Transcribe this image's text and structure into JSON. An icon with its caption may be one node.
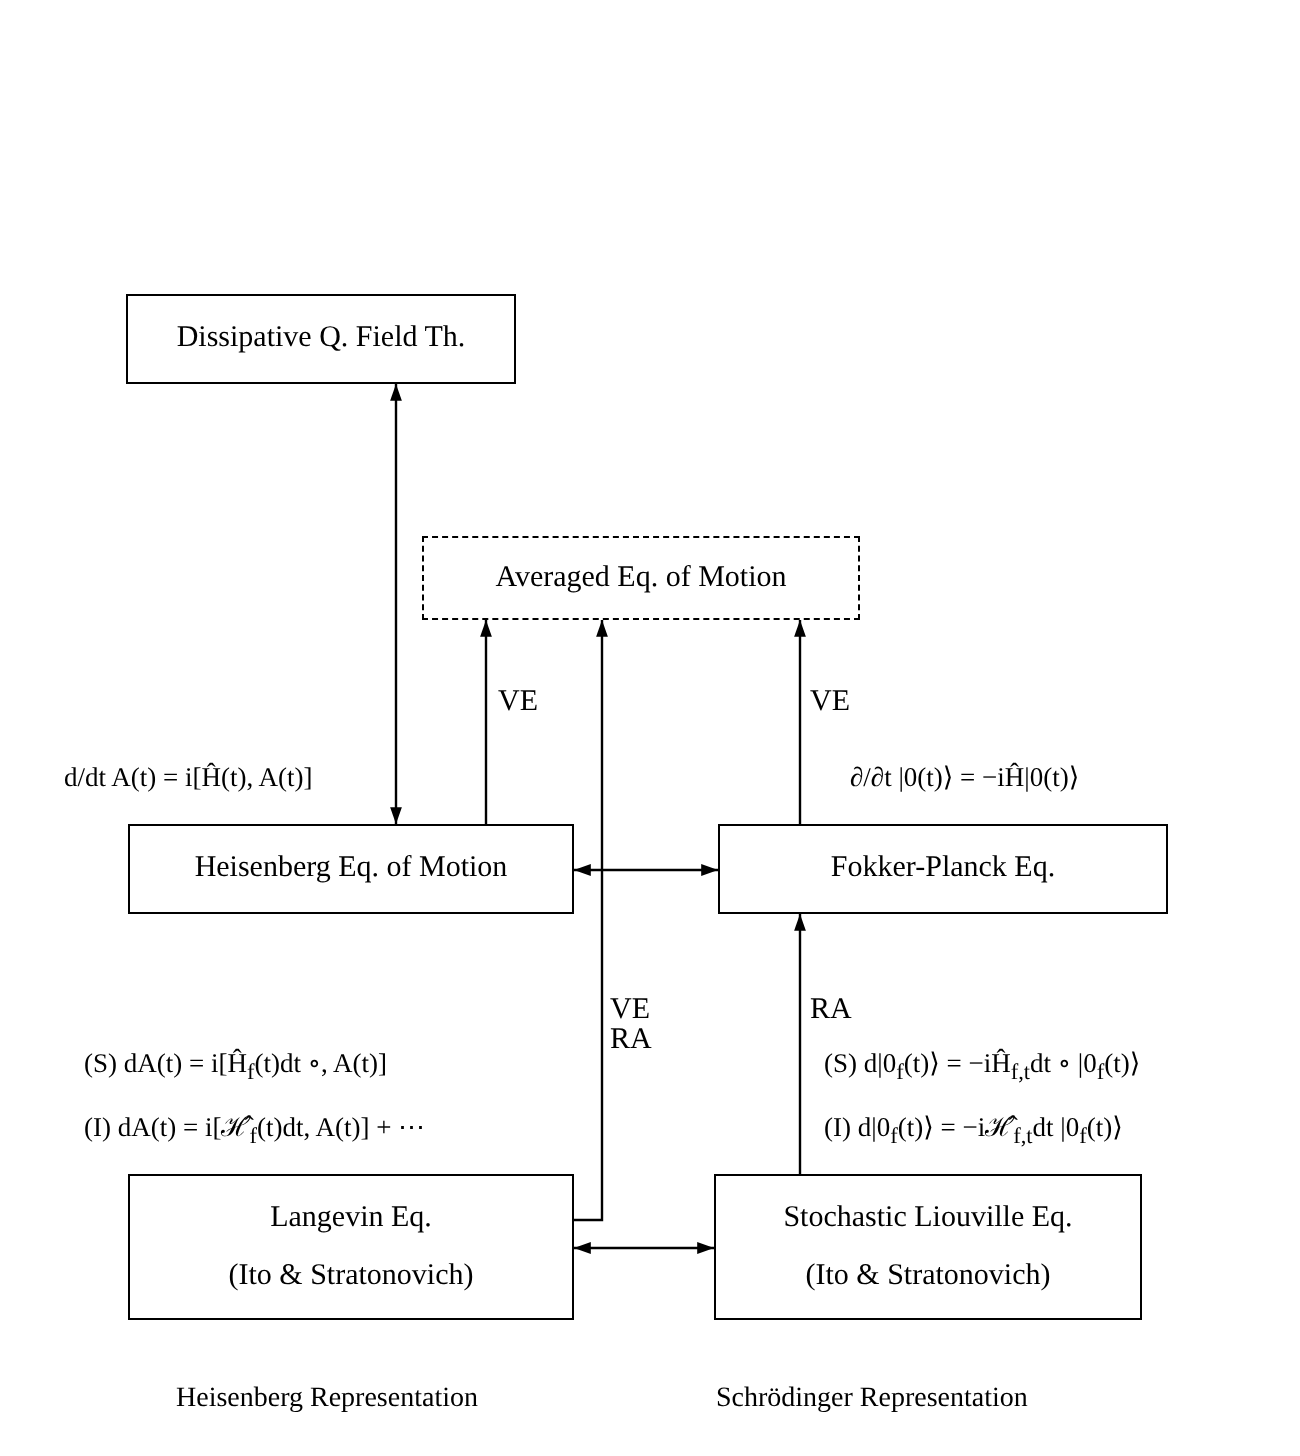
{
  "diagram": {
    "nodes": [
      {
        "text": [
          "Dissipative Q. Field Th."
        ]
      },
      {
        "text": [
          "Averaged Eq. of Motion"
        ]
      },
      {
        "text": [
          "Heisenberg Eq. of Motion"
        ]
      },
      {
        "text": [
          "Fokker-Planck Eq."
        ]
      },
      {
        "text": [
          "Langevin Eq.",
          "(Ito & Stratonovich)"
        ]
      },
      {
        "text": [
          "Stochastic Liouville Eq.",
          "(Ito & Stratonovich)"
        ]
      }
    ],
    "edges": [
      {
        "from": 0,
        "to": 2,
        "arrow": "both"
      },
      {
        "from": 2,
        "to": 1,
        "arrow": "to",
        "label": "VE"
      },
      {
        "from": 4,
        "to": 1,
        "arrow": "to",
        "label": "VE RA"
      },
      {
        "from": 3,
        "to": 1,
        "arrow": "to",
        "label": "VE"
      },
      {
        "from": 2,
        "to": 3,
        "arrow": "both"
      },
      {
        "from": 5,
        "to": 3,
        "arrow": "to",
        "label": "RA"
      },
      {
        "from": 4,
        "to": 5,
        "arrow": "both"
      }
    ],
    "labels": [
      "d/dt A(t) = i[Ĥ(t), A(t)]",
      "∂/∂t |0(t)⟩ = −iĤ|0(t)⟩",
      "(S) dA(t) = i[Ĥ$_{f}$(t)dt ∘, A(t)]",
      "(I) dA(t) = i[ℋ̂$_{f}$(t)dt, A(t)] + ⋯",
      "(S) d|0$_{f}$(t)⟩ = −iĤ$_{f,t}$dt ∘ |0$_{f}$(t)⟩",
      "(I) d|0$_{f}$(t)⟩ = −iℋ̂$_{f,t}$dt |0$_{f}$(t)⟩",
      "Heisenberg Representation",
      "Schrödinger Representation"
    ]
  }
}
